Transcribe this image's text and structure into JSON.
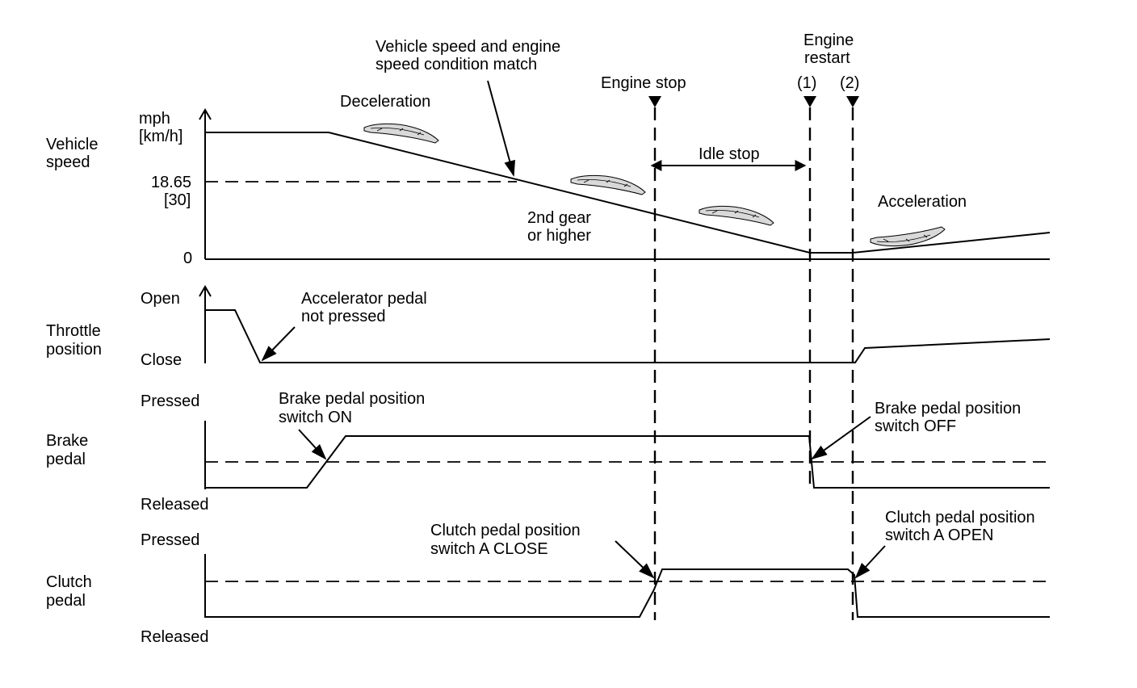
{
  "rows": {
    "vehicle_speed": {
      "label_line1": "Vehicle",
      "label_line2": "speed",
      "unit_line1": "mph",
      "unit_line2": "[km/h]",
      "tick_value_line1": "18.65",
      "tick_value_line2": "[30]",
      "zero": "0"
    },
    "throttle": {
      "label_line1": "Throttle",
      "label_line2": "position",
      "top": "Open",
      "bottom": "Close"
    },
    "brake": {
      "label_line1": "Brake",
      "label_line2": "pedal",
      "top": "Pressed",
      "bottom": "Released"
    },
    "clutch": {
      "label_line1": "Clutch",
      "label_line2": "pedal",
      "top": "Pressed",
      "bottom": "Released"
    }
  },
  "annotations": {
    "deceleration": "Deceleration",
    "speed_match_line1": "Vehicle speed and engine",
    "speed_match_line2": "speed condition match",
    "engine_stop": "Engine stop",
    "engine_restart_line1": "Engine",
    "engine_restart_line2": "restart",
    "marker_1": "(1)",
    "marker_2": "(2)",
    "idle_stop": "Idle stop",
    "acceleration": "Acceleration",
    "gear_line1": "2nd gear",
    "gear_line2": "or higher",
    "accel_pedal_line1": "Accelerator pedal",
    "accel_pedal_line2": "not pressed",
    "brake_on_line1": "Brake pedal position",
    "brake_on_line2": "switch ON",
    "brake_off_line1": "Brake pedal position",
    "brake_off_line2": "switch OFF",
    "clutch_close_line1": "Clutch pedal position",
    "clutch_close_line2": "switch A CLOSE",
    "clutch_open_line1": "Clutch pedal position",
    "clutch_open_line2": "switch A OPEN"
  },
  "icons": {
    "car": "car-silhouette-icon",
    "marker": "down-triangle-marker-icon"
  }
}
